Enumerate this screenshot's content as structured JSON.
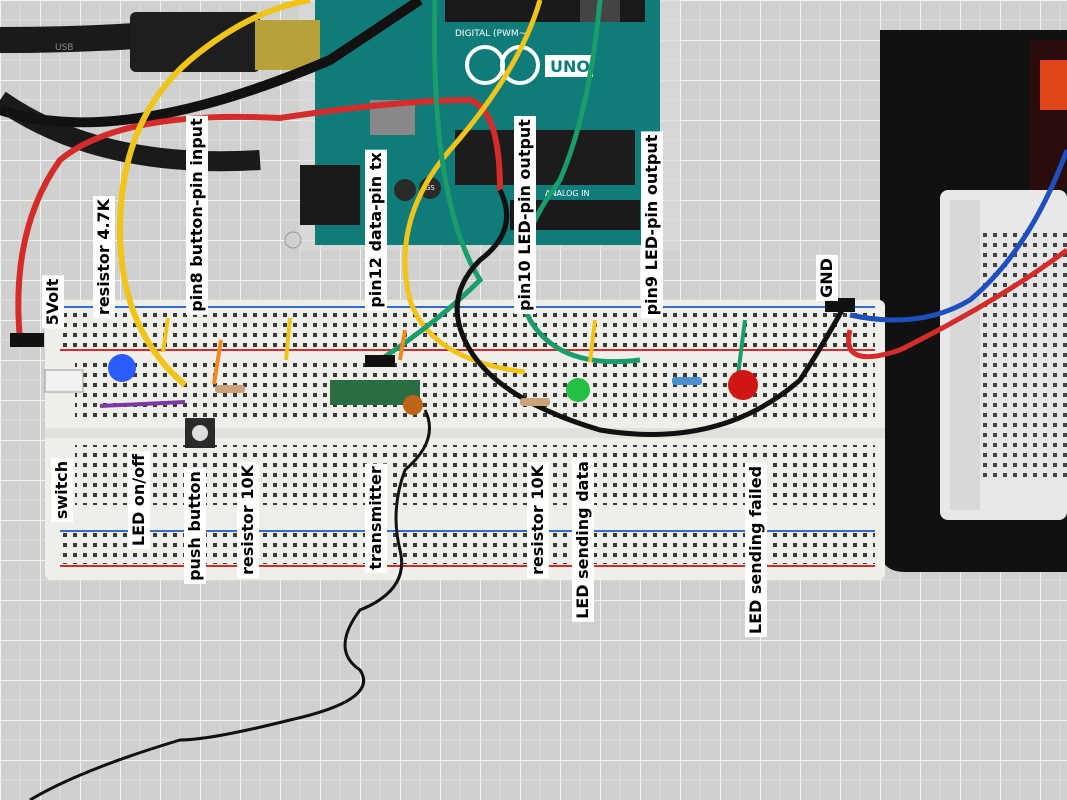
{
  "labels": {
    "five_volt": "5Volt",
    "resistor_47k": "resistor 4.7K",
    "pin8": "pin8 button-pin input",
    "pin12": "pin12 data-pin tx",
    "pin10": "pin10 LED-pin output",
    "pin9": "pin9 LED-pin output",
    "gnd": "GND",
    "switch": "switch",
    "led_onoff": "LED on/off",
    "push_button": "push button",
    "resistor_10k_a": "resistor 10K",
    "transmitter": "transmitter",
    "resistor_10k_b": "resistor 10K",
    "led_sending_data": "LED sending data",
    "led_sending_failed": "LED sending failed"
  },
  "board_text": {
    "uno": "UNO",
    "digital": "DIGITAL (PWM~)",
    "analog": "ANALOG IN",
    "usb": "USB",
    "gs": "GS"
  },
  "colors": {
    "mat": "#cfd1cf",
    "grid": "#ffffff",
    "breadboard": "#efeee8",
    "arduino": "#0f7c7a",
    "wire_red": "#d42b2b",
    "wire_yellow": "#f0c419",
    "wire_green": "#1a9c6b",
    "wire_black": "#111111",
    "wire_blue": "#1f4fbf",
    "led_blue": "#2b5cff",
    "led_green": "#22c144",
    "led_red": "#d01515"
  }
}
